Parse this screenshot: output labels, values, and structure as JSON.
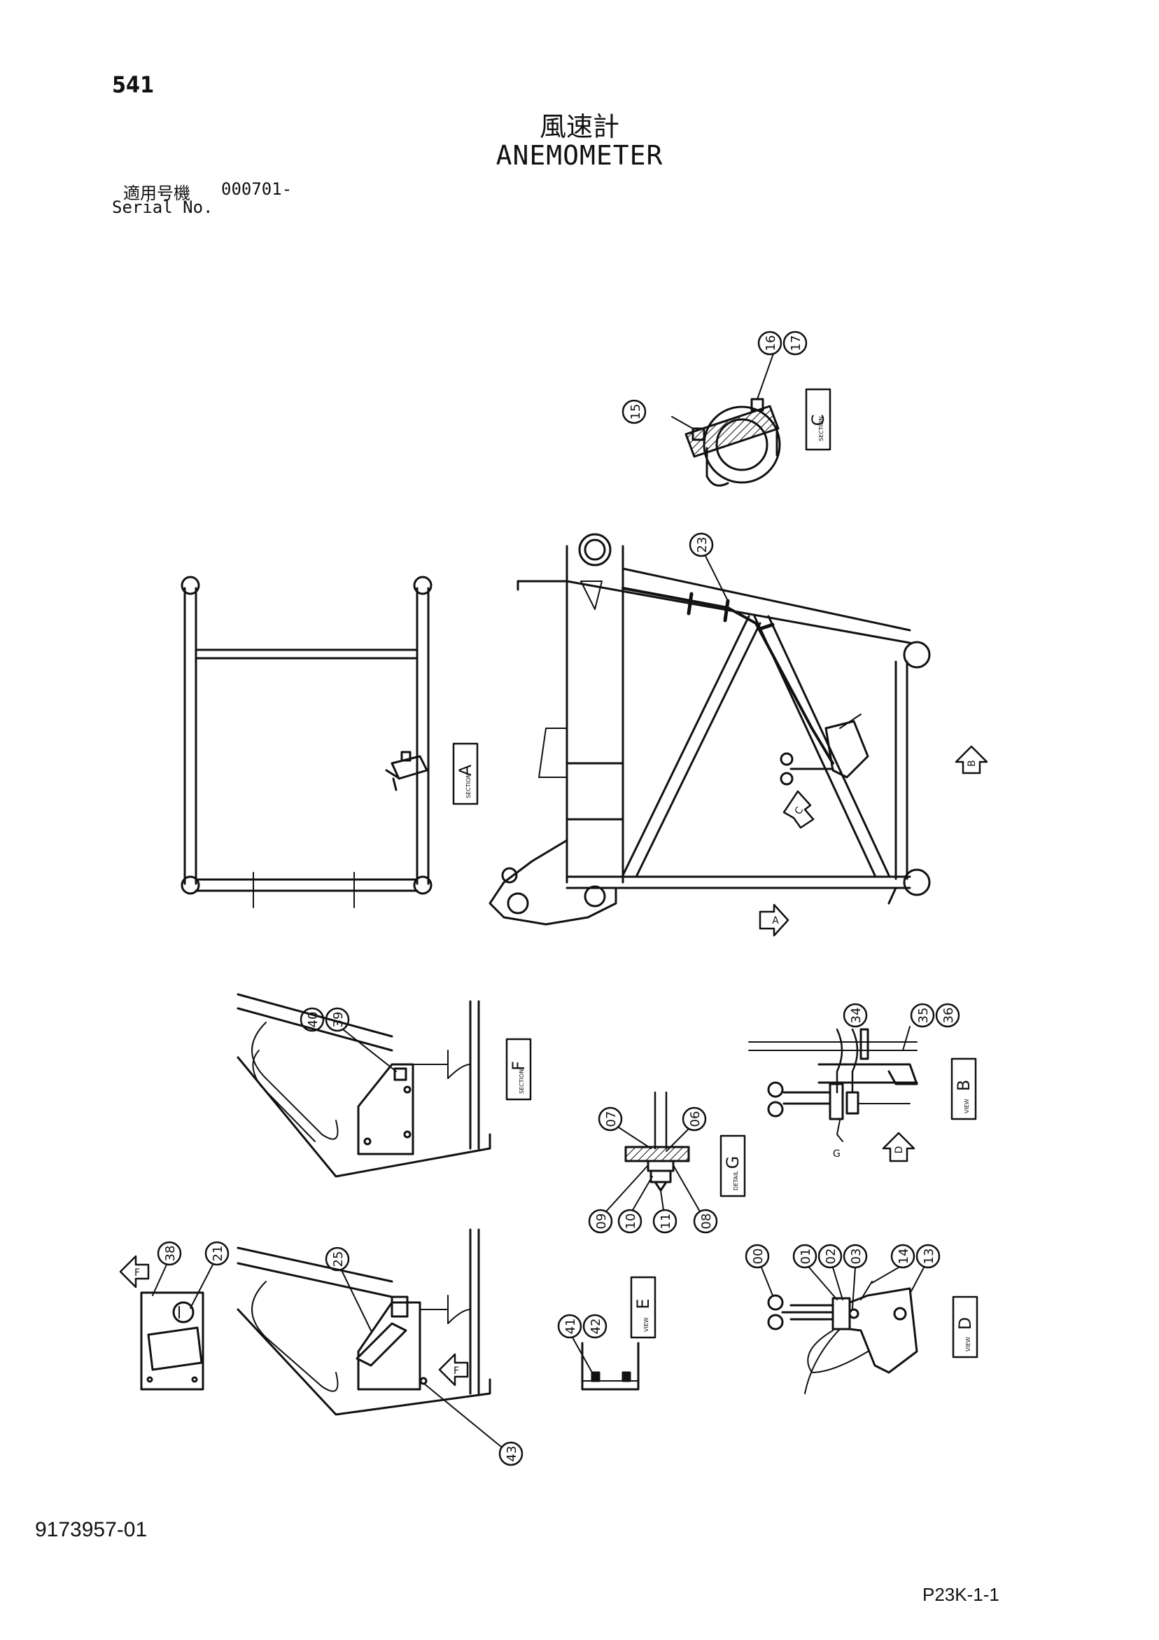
{
  "page": {
    "page_number": "541",
    "title_jp": "風速計",
    "title_en": "ANEMOMETER",
    "serial_label_jp": "適用号機",
    "serial_value": "000701-",
    "serial_label_en": "Serial No.",
    "doc_number": "9173957-01",
    "sheet_code": "P23K-1-1"
  },
  "views": [
    {
      "id": "section-c",
      "letter": "C",
      "caption": "SECTION"
    },
    {
      "id": "section-a",
      "letter": "A",
      "caption": "SECTION"
    },
    {
      "id": "section-f",
      "letter": "F",
      "caption": "SECTION"
    },
    {
      "id": "view-b",
      "letter": "B",
      "caption": "VIEW"
    },
    {
      "id": "detail-g",
      "letter": "G",
      "caption": "DETAIL"
    },
    {
      "id": "view-e",
      "letter": "E",
      "caption": "VIEW"
    },
    {
      "id": "view-d",
      "letter": "D",
      "caption": "VIEW"
    }
  ],
  "arrows": [
    {
      "id": "arrow-b",
      "letter": "B"
    },
    {
      "id": "arrow-c",
      "letter": "C"
    },
    {
      "id": "arrow-a",
      "letter": "A"
    },
    {
      "id": "arrow-d",
      "letter": "D"
    },
    {
      "id": "arrow-f1",
      "letter": "F"
    },
    {
      "id": "arrow-f2",
      "letter": "F"
    }
  ],
  "callouts": {
    "c15": "15",
    "c16": "16",
    "c17": "17",
    "c23": "23",
    "c40": "40",
    "c39": "39",
    "c34": "34",
    "c35": "35",
    "c36": "36",
    "c07": "07",
    "c06": "06",
    "c09": "09",
    "c10": "10",
    "c11": "11",
    "c08": "08",
    "c38": "38",
    "c21": "21",
    "c25": "25",
    "c43": "43",
    "c41": "41",
    "c42": "42",
    "c00": "00",
    "c01": "01",
    "c02": "02",
    "c03": "03",
    "c14": "14",
    "c13": "13"
  },
  "labels": {
    "g_note": "G"
  }
}
